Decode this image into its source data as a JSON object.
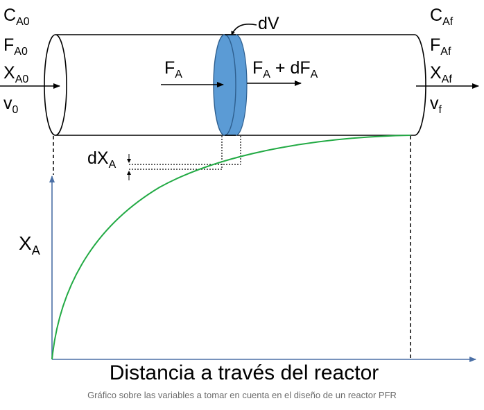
{
  "inlet": {
    "concentration": {
      "base": "C",
      "sub": "A0"
    },
    "molar_flow": {
      "base": "F",
      "sub": "A0"
    },
    "conversion": {
      "base": "X",
      "sub": "A0"
    },
    "volumetric_flow": {
      "base": "v",
      "sub": "0"
    }
  },
  "outlet": {
    "concentration": {
      "base": "C",
      "sub": "Af"
    },
    "molar_flow": {
      "base": "F",
      "sub": "Af"
    },
    "conversion": {
      "base": "X",
      "sub": "Af"
    },
    "volumetric_flow": {
      "base": "v",
      "sub": "f"
    }
  },
  "element": {
    "volume_label": "dV",
    "flow_in": {
      "base": "F",
      "sub": "A"
    },
    "flow_out": {
      "base1": "F",
      "sub1": "A",
      "mid": " + dF",
      "sub2": "A"
    },
    "conversion_change": {
      "base": "dX",
      "sub": "A"
    }
  },
  "graph": {
    "y_label": {
      "base": "X",
      "sub": "A"
    },
    "x_label": "Distancia a través del reactor"
  },
  "caption": "Gráfico sobre las variables a tomar en cuenta en el diseño de un reactor PFR",
  "colors": {
    "element_fill": "#5b9bd5",
    "element_stroke": "#2e5f8f",
    "axis": "#4a6fa5",
    "curve": "#22aa44"
  }
}
